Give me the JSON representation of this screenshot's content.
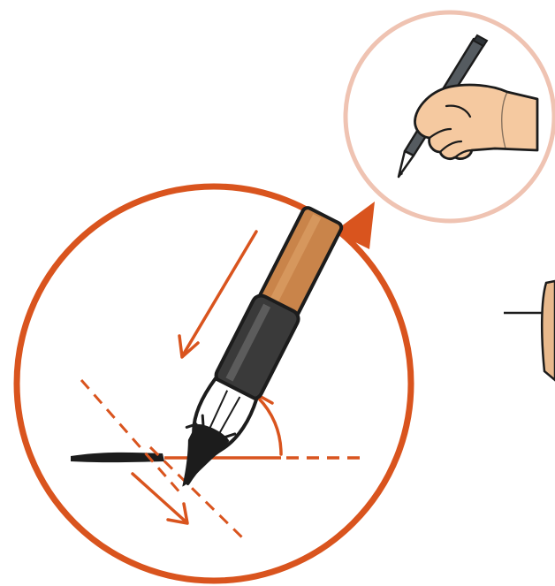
{
  "colors": {
    "accent": "#d9541e",
    "ink": "#1c1c1c",
    "inset_ring": "#efc3b2",
    "brush_handle": "#c9844a",
    "brush_ferrule": "#3a3a3a",
    "skin": "#f5c9a0",
    "pen_body": "#555b60"
  },
  "diagram": {
    "main_circle": {
      "content": "brush-tip-pressing-on-paper",
      "annotations": [
        "downward-motion-arrow",
        "diagonal-motion-arrow",
        "angle-arc-arrow",
        "diagonal-guide-lines",
        "horizontal-guide-line"
      ]
    },
    "inset_circle": {
      "content": "hand-holding-pen",
      "pointer": "callout-triangle"
    },
    "partial_edge_object": "cropped-object-right-edge"
  }
}
